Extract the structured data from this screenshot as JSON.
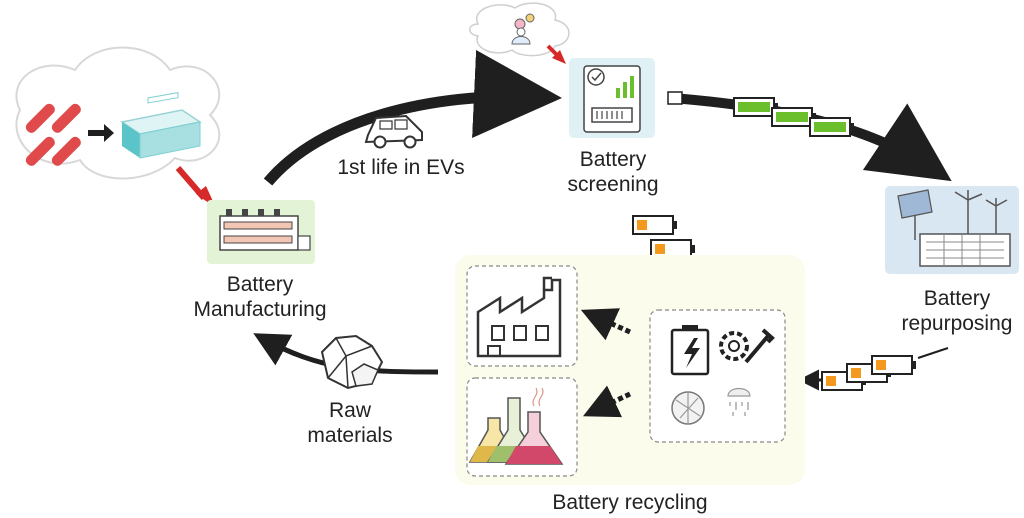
{
  "labels": {
    "manufacturing_line1": "Battery",
    "manufacturing_line2": "Manufacturing",
    "first_life": "1st life in EVs",
    "screening_line1": "Battery",
    "screening_line2": "screening",
    "repurposing_line1": "Battery",
    "repurposing_line2": "repurposing",
    "raw_line1": "Raw",
    "raw_line2": "materials",
    "recycling": "Battery recycling"
  },
  "colors": {
    "arrow": "#1f1f1f",
    "red_arrow": "#d62a2a",
    "battery_green": "#6cbf2c",
    "battery_orange": "#f39a1e",
    "manufacturing_bg": "#e3f3d6",
    "screening_bg": "#dff1f5",
    "repurposing_bg": "#d9e7f3",
    "recycling_bg": "#fbfcec",
    "cell_red": "#e04a4a",
    "pack_teal": "#5bc4c8"
  },
  "icons": [
    "battery-cell-icon",
    "battery-pack-icon",
    "factory-machine-icon",
    "car-icon",
    "screening-chart-icon",
    "thinking-person-icon",
    "solar-wind-icon",
    "factory-icon",
    "lab-flasks-icon",
    "battery-charge-icon",
    "gear-wrench-icon",
    "ore-rock-icon"
  ]
}
